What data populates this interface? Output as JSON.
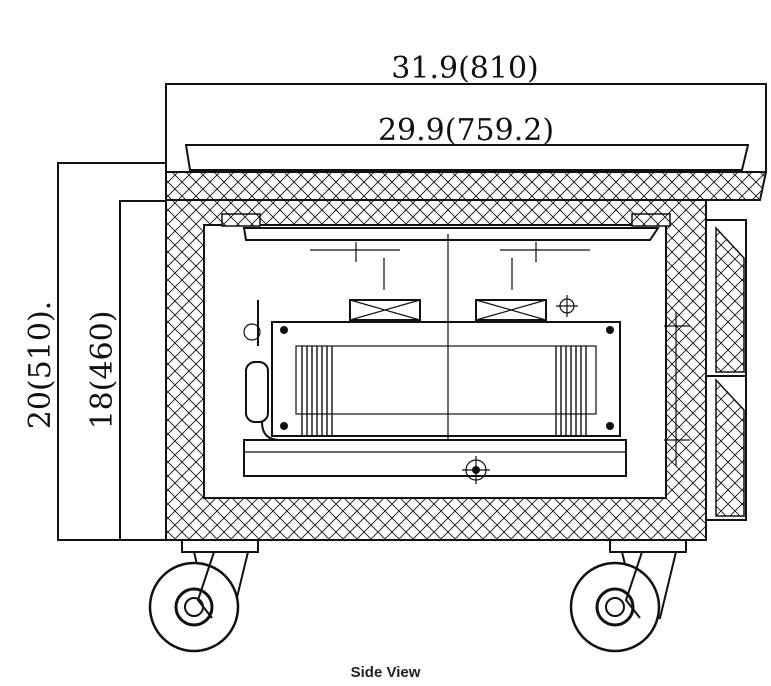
{
  "dimensions": {
    "overall_width": "31.9(810)",
    "inner_width": "29.9(759.2)",
    "overall_height": "20(510).",
    "body_height": "18(460)"
  },
  "caption": "Side View"
}
